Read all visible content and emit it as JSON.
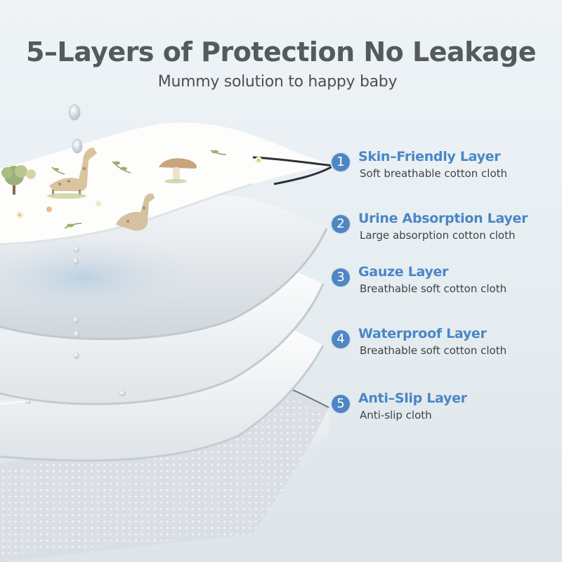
{
  "header": {
    "title": "5–Layers of Protection No Leakage",
    "subtitle": "Mummy solution to happy baby"
  },
  "layers": [
    {
      "number": "1",
      "name": "Skin–Friendly Layer",
      "description": "Soft breathable cotton cloth"
    },
    {
      "number": "2",
      "name": "Urine Absorption Layer",
      "description": "Large absorption cotton cloth"
    },
    {
      "number": "3",
      "name": "Gauze Layer",
      "description": "Breathable soft cotton cloth"
    },
    {
      "number": "4",
      "name": "Waterproof Layer",
      "description": "Breathable soft cotton cloth"
    },
    {
      "number": "5",
      "name": "Anti–Slip Layer",
      "description": "Anti-slip cloth"
    }
  ],
  "colors": {
    "accent": "#4f86c4",
    "title": "#555a5f",
    "background": "#e8eef2"
  },
  "icons": [
    "water-droplet-icon",
    "giraffe-print-icon",
    "mushroom-print-icon",
    "tree-print-icon",
    "leaf-print-icon",
    "flower-print-icon"
  ]
}
